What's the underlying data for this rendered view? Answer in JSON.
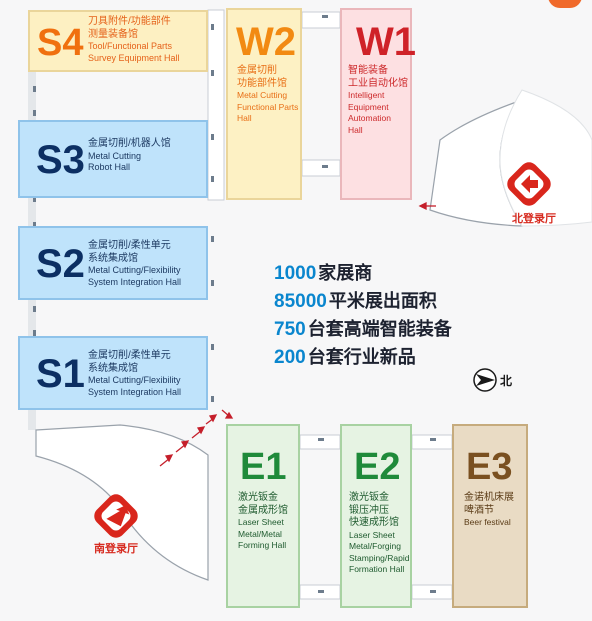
{
  "halls": {
    "s4": {
      "code": "S4",
      "zh1": "刀具附件/功能部件",
      "zh2": "测量装备馆",
      "en1": "Tool/Functional Parts",
      "en2": "Survey Equipment Hall"
    },
    "s3": {
      "code": "S3",
      "zh1": "金属切削/机器人馆",
      "en1": "Metal Cutting",
      "en2": "Robot Hall"
    },
    "s2": {
      "code": "S2",
      "zh1": "金属切削/柔性单元",
      "zh2": "系统集成馆",
      "en1": "Metal Cutting/Flexibility",
      "en2": "System Integration Hall"
    },
    "s1": {
      "code": "S1",
      "zh1": "金属切削/柔性单元",
      "zh2": "系统集成馆",
      "en1": "Metal Cutting/Flexibility",
      "en2": "System Integration Hall"
    },
    "w2": {
      "code": "W2",
      "zh1": "金属切削",
      "zh2": "功能部件馆",
      "en1": "Metal Cutting",
      "en2": "Functional Parts",
      "en3": "Hall"
    },
    "w1": {
      "code": "W1",
      "zh1": "智能装备",
      "zh2": "工业自动化馆",
      "en1": "Intelligent",
      "en2": "Equipment",
      "en3": "Automation",
      "en4": "Hall"
    },
    "e1": {
      "code": "E1",
      "zh1": "激光钣金",
      "zh2": "金属成形馆",
      "en1": "Laser Sheet",
      "en2": "Metal/Metal",
      "en3": "Forming Hall"
    },
    "e2": {
      "code": "E2",
      "zh1": "激光钣金",
      "zh2": "锻压冲压",
      "zh3": "快速成形馆",
      "en1": "Laser Sheet",
      "en2": "Metal/Forging",
      "en3": "Stamping/Rapid",
      "en4": "Formation Hall"
    },
    "e3": {
      "code": "E3",
      "zh1": "金诺机床展",
      "zh2": "啤酒节",
      "en1": "Beer festival"
    }
  },
  "stats": [
    {
      "num": "1000",
      "label": "家展商"
    },
    {
      "num": "85000",
      "label": "平米展出面积"
    },
    {
      "num": "750",
      "label": "台套高端智能装备"
    },
    {
      "num": "200",
      "label": "台套行业新品"
    }
  ],
  "entrances": {
    "north": "北登录厅",
    "south": "南登录厅"
  },
  "compass": {
    "label": "北"
  },
  "colors": {
    "stat_number": "#0a86ce",
    "entrance_red": "#d72b20",
    "arrow_red": "#c51f2b"
  }
}
